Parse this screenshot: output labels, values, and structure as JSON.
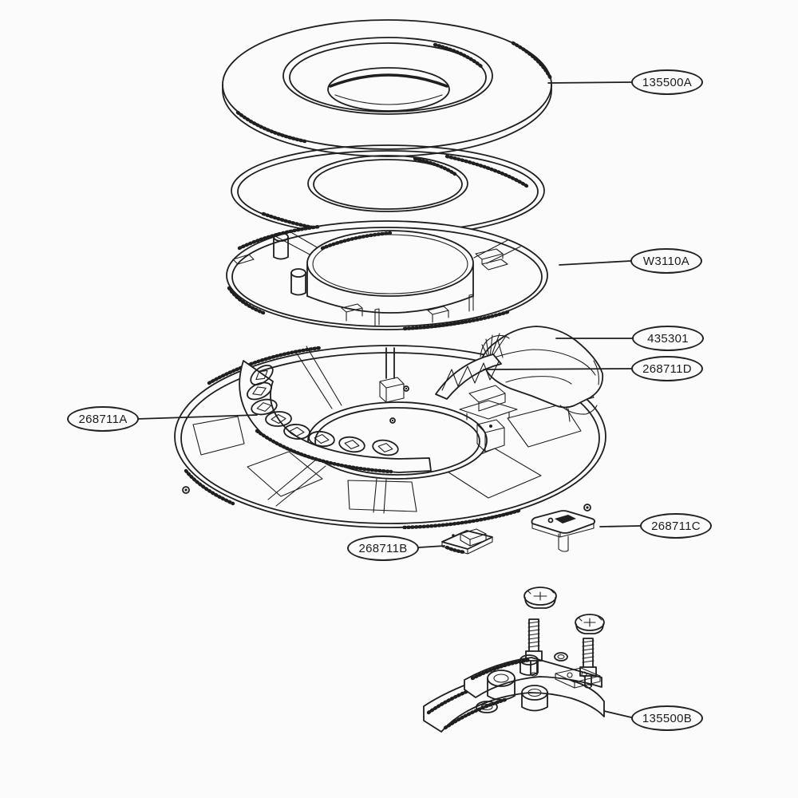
{
  "canvas": {
    "background": "#fbfbfb",
    "line_color": "#1f1f1f"
  },
  "callouts": {
    "part_135500a": "135500A",
    "part_w3110a": "W3110A",
    "part_435301": "435301",
    "part_268711d": "268711D",
    "part_268711a": "268711A",
    "part_268711c": "268711C",
    "part_268711b": "268711B",
    "part_135500b": "135500B"
  }
}
